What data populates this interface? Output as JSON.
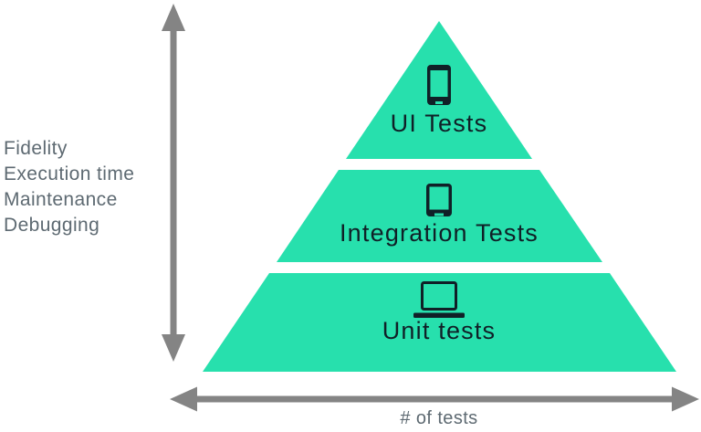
{
  "colors": {
    "pyramid": "#27e0ad",
    "arrow": "#848484",
    "axis_label": "#5e6a72",
    "tier_label": "#102027",
    "icon": "#102027"
  },
  "left_axis": {
    "labels": [
      "Fidelity",
      "Execution time",
      "Maintenance",
      "Debugging"
    ]
  },
  "bottom_axis": {
    "label": "# of tests"
  },
  "pyramid": {
    "tiers": [
      {
        "label": "UI Tests",
        "icon": "smartphone-icon"
      },
      {
        "label": "Integration Tests",
        "icon": "tablet-icon"
      },
      {
        "label": "Unit tests",
        "icon": "laptop-icon"
      }
    ]
  }
}
